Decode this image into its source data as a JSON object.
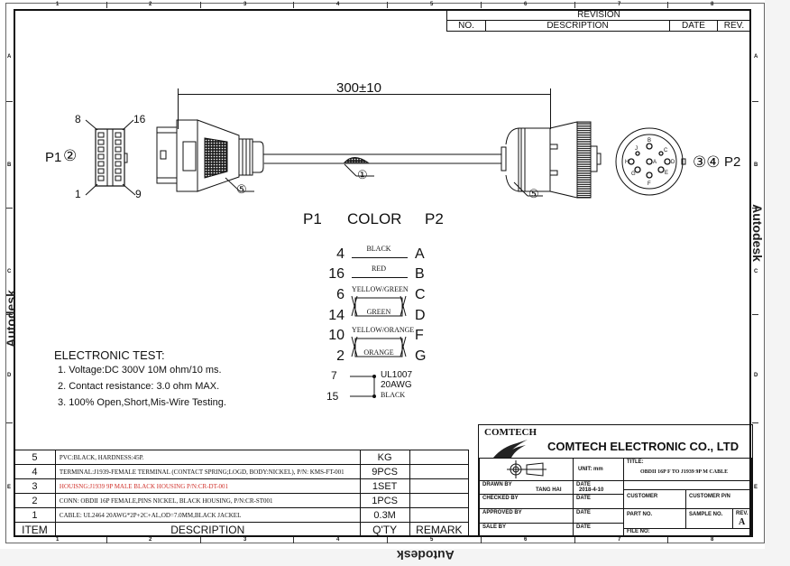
{
  "watermark": "Autodesk",
  "zones": {
    "columns": [
      "1",
      "2",
      "3",
      "4",
      "5",
      "6",
      "7",
      "8"
    ],
    "rows": [
      "A",
      "B",
      "C",
      "D",
      "E"
    ]
  },
  "revision_block": {
    "title": "REVISION",
    "headers": [
      "NO.",
      "DESCRIPTION",
      "DATE",
      "REV."
    ]
  },
  "drawing": {
    "dimension": "300±10",
    "p1_label": "P1",
    "p1_callout": "②",
    "p1_pins": {
      "top_left": "8",
      "top_right": "16",
      "bottom_left": "1",
      "bottom_right": "9"
    },
    "p2_label": "P2",
    "p2_callouts": "③④",
    "p2_pin_letters": [
      "A",
      "B",
      "C",
      "D",
      "E",
      "F",
      "G",
      "H",
      "J"
    ],
    "balloon_cable": "①",
    "balloon_housing_p1": "⑤",
    "balloon_housing_p2": "⑤"
  },
  "wiring": {
    "header": {
      "p1": "P1",
      "color": "COLOR",
      "p2": "P2"
    },
    "rows": [
      {
        "p1": "4",
        "color": "BLACK",
        "p2": "A"
      },
      {
        "p1": "16",
        "color": "RED",
        "p2": "B"
      },
      {
        "p1": "6",
        "color": "YELLOW/GREEN",
        "p2": "C"
      },
      {
        "p1": "14",
        "color": "GREEN",
        "p2": "D"
      },
      {
        "p1": "10",
        "color": "YELLOW/ORANGE",
        "p2": "F"
      },
      {
        "p1": "2",
        "color": "ORANGE",
        "p2": "G"
      }
    ],
    "jumper": {
      "p1_a": "7",
      "p1_b": "15",
      "spec_1": "UL1007",
      "spec_2": "20AWG",
      "color": "BLACK"
    }
  },
  "electronic_test": {
    "title": "ELECTRONIC TEST:",
    "items": [
      "1. Voltage:DC 300V 10M ohm/10 ms.",
      "2. Contact resistance: 3.0 ohm MAX.",
      "3. 100% Open,Short,Mis-Wire Testing."
    ]
  },
  "bom": {
    "headers": {
      "item": "ITEM",
      "description": "DESCRIPTION",
      "qty": "Q'TY",
      "remark": "REMARK"
    },
    "rows": [
      {
        "item": "5",
        "description": "PVC:BLACK, HARDNESS:45P.",
        "qty": "KG",
        "remark": "",
        "color": "#111111"
      },
      {
        "item": "4",
        "description": "TERMINAL:J1939-FEMALE TERMINAL (CONTACT SPRING;LOGD, BODY:NICKEL), P/N: KMS-FT-001",
        "qty": "9PCS",
        "remark": "",
        "color": "#111111"
      },
      {
        "item": "3",
        "description": "HOUISNG:J1939 9P MALE BLACK HOUSING P/N:CR-DT-001",
        "qty": "1SET",
        "remark": "",
        "color": "#d0302a"
      },
      {
        "item": "2",
        "description": "CONN: OBDII 16P FEMALE,PINS NICKEL, BLACK HOUSING, P/N:CR-ST001",
        "qty": "1PCS",
        "remark": "",
        "color": "#111111"
      },
      {
        "item": "1",
        "description": "CABLE: UL2464 20AWG*2P+2C+AL,OD=7.0MM,BLACK JACKEL",
        "qty": "0.3M",
        "remark": "",
        "color": "#111111"
      }
    ]
  },
  "title_block": {
    "logo_text": "COMTECH",
    "company": "COMTECH ELECTRONIC CO., LTD",
    "unit_label": "UNIT: mm",
    "title_label": "TITLE:",
    "title": "OBDII 16P F TO J1939 9P M CABLE",
    "drawn_by_label": "DRAWN BY",
    "drawn_by": "TANG HAI",
    "date_label": "DATE",
    "date": "2018-4-10",
    "checked_by_label": "CHECKED BY",
    "approved_by_label": "APPROVED BY",
    "sale_by_label": "SALE BY",
    "customer_label": "CUSTOMER",
    "customer_pn_label": "CUSTOMER P/N",
    "part_no_label": "PART NO.",
    "sample_no_label": "SAMPLE NO.",
    "rev_label": "REV.",
    "rev": "A",
    "file_no_label": "FILE NO:"
  }
}
